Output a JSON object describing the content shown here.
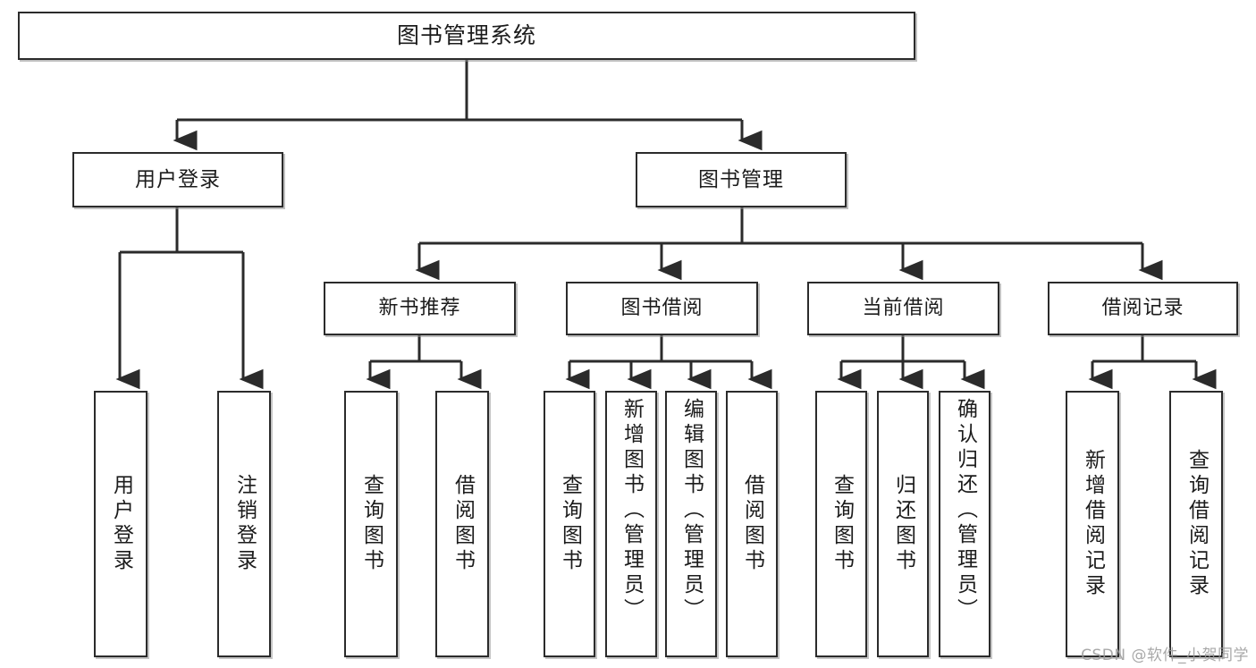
{
  "diagram": {
    "type": "tree",
    "title": "图书管理系统",
    "root": {
      "label": "图书管理系统"
    },
    "level1": [
      {
        "label": "用户登录"
      },
      {
        "label": "图书管理"
      }
    ],
    "level2": [
      {
        "label": "新书推荐"
      },
      {
        "label": "图书借阅"
      },
      {
        "label": "当前借阅"
      },
      {
        "label": "借阅记录"
      }
    ],
    "leaves": {
      "user_login": [
        {
          "label": "用户登录"
        },
        {
          "label": "注销登录"
        }
      ],
      "new_book": [
        {
          "label": "查询图书"
        },
        {
          "label": "借阅图书"
        }
      ],
      "book_borrow": [
        {
          "label": "查询图书"
        },
        {
          "label": "新增图书（管理员）"
        },
        {
          "label": "编辑图书（管理员）"
        },
        {
          "label": "借阅图书"
        }
      ],
      "current_borrow": [
        {
          "label": "查询图书"
        },
        {
          "label": "归还图书"
        },
        {
          "label": "确认归还（管理员）"
        }
      ],
      "borrow_record": [
        {
          "label": "新增借阅记录"
        },
        {
          "label": "查询借阅记录"
        }
      ]
    }
  },
  "watermark": {
    "text": "CSDN @软件_小贺同学"
  },
  "colors": {
    "stroke": "#2b2b2b",
    "fill": "#ffffff",
    "text": "#1c1c1c",
    "watermark": "#9a9a9a"
  }
}
